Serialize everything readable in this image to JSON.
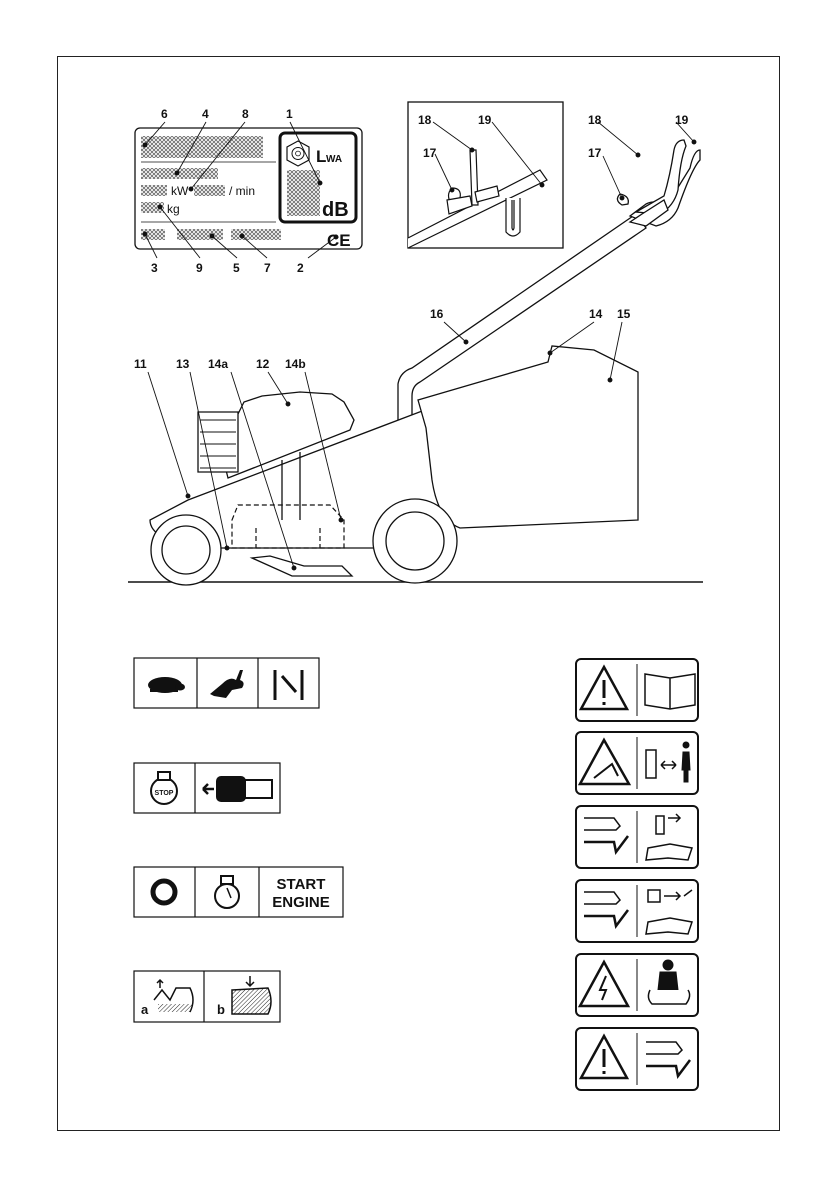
{
  "plate": {
    "callouts_top": [
      "6",
      "4",
      "8",
      "1"
    ],
    "callouts_bottom": [
      "3",
      "9",
      "5",
      "7",
      "2"
    ],
    "unit_kw": "kW",
    "unit_rpm": "/ min",
    "unit_kg": "kg",
    "lwa_main": "L",
    "lwa_sub": "WA",
    "db": "dB",
    "ce": "CE"
  },
  "handle_detail": {
    "c18": "18",
    "c19": "19",
    "c17": "17"
  },
  "handle": {
    "c18": "18",
    "c19": "19",
    "c17": "17"
  },
  "mower": {
    "c16": "16",
    "c14": "14",
    "c15": "15",
    "c11": "11",
    "c13": "13",
    "c14a": "14a",
    "c12": "12",
    "c14b": "14b"
  },
  "symbols": {
    "tortoise_icon": "tortoise-icon",
    "hare_icon": "hare-icon",
    "throttle_icon": "throttle-lever-icon",
    "stop_icon": "engine-stop-icon",
    "stop_text": "STOP",
    "brake_icon": "blade-brake-icon",
    "off_icon": "off-circle-icon",
    "start_icon": "engine-start-icon",
    "start_text_1": "START",
    "start_text_2": "ENGINE",
    "label_a": "a",
    "label_b": "b"
  }
}
